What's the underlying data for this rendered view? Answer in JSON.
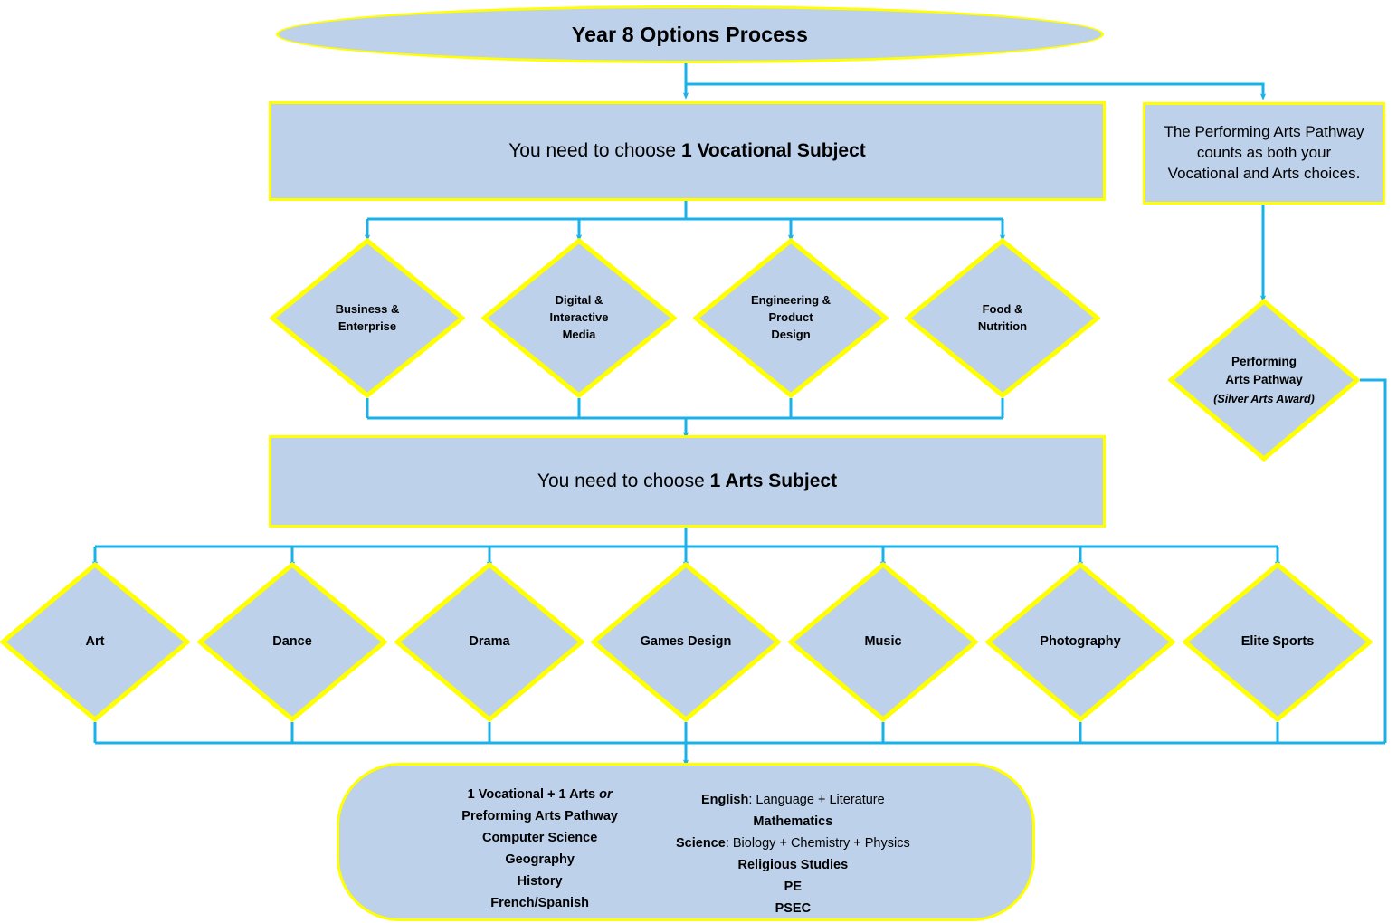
{
  "title_node": {
    "label": "Year 8 Options Process"
  },
  "vocational_instruction": {
    "prefix": "You need to choose ",
    "emphasis": "1 Vocational Subject"
  },
  "arts_instruction": {
    "prefix": "You need to choose ",
    "emphasis": "1 Arts Subject"
  },
  "note": {
    "line1": "The Performing Arts Pathway",
    "line2": "counts as both your",
    "line3": "Vocational and Arts choices."
  },
  "vocational_options": [
    {
      "label": "Business &\nEnterprise"
    },
    {
      "label": "Digital &\nInteractive\nMedia"
    },
    {
      "label": "Engineering &\nProduct\nDesign"
    },
    {
      "label": "Food &\nNutrition"
    }
  ],
  "performing_arts_pathway": {
    "label": "Performing\nArts Pathway",
    "sublabel": "(Silver Arts Award)"
  },
  "arts_options": [
    {
      "label": "Art"
    },
    {
      "label": "Dance"
    },
    {
      "label": "Drama"
    },
    {
      "label": "Games Design"
    },
    {
      "label": "Music"
    },
    {
      "label": "Photography"
    },
    {
      "label": "Elite Sports"
    }
  ],
  "summary": {
    "options_column": [
      {
        "bold": "1 Vocational + 1 Arts ",
        "italic": "or",
        "normal": ""
      },
      {
        "bold": "Preforming Arts Pathway",
        "italic": "",
        "normal": ""
      },
      {
        "bold": "Computer Science",
        "italic": "",
        "normal": ""
      },
      {
        "bold": "Geography",
        "italic": "",
        "normal": ""
      },
      {
        "bold": "History",
        "italic": "",
        "normal": ""
      },
      {
        "bold": "French/Spanish",
        "italic": "",
        "normal": ""
      }
    ],
    "core_column": [
      {
        "bold": "English",
        "normal": ": Language + Literature"
      },
      {
        "bold": "Mathematics",
        "normal": ""
      },
      {
        "bold": "Science",
        "normal": ": Biology + Chemistry + Physics"
      },
      {
        "bold": "Religious Studies",
        "normal": ""
      },
      {
        "bold": "PE",
        "normal": ""
      },
      {
        "bold": "PSEC",
        "normal": ""
      }
    ]
  },
  "colors": {
    "node_fill": "#bdd1ea",
    "node_border": "#ffff00",
    "connector": "#1ab0e8",
    "text": "#000000",
    "background": "#ffffff"
  }
}
